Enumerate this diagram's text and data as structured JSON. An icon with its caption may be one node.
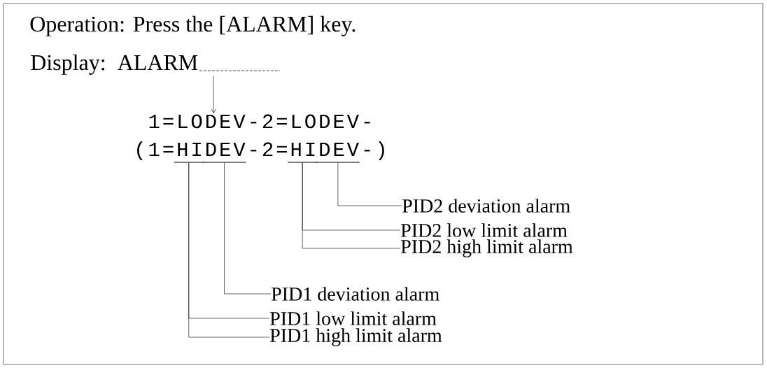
{
  "diagram": {
    "nodes": [
      {
        "text": [
          "Display: ALARM"
        ]
      },
      {
        "text": [
          "1=LODEV-2=LODEV-"
        ]
      },
      {
        "text": [
          "(1=HIDEV-2=HIDEV-)"
        ]
      },
      {
        "text": [],
        "shape": "bar"
      },
      {
        "text": [],
        "shape": "bar"
      },
      {
        "text": [],
        "shape": "bar"
      },
      {
        "text": [],
        "shape": "bar"
      },
      {
        "text": [
          "PID2 deviation alarm"
        ]
      },
      {
        "text": [
          "PID2 low limit alarm"
        ]
      },
      {
        "text": [
          "PID2 high limit alarm"
        ]
      },
      {
        "text": [
          "PID1 deviation alarm"
        ]
      },
      {
        "text": [
          "PID1 low limit alarm"
        ]
      },
      {
        "text": [
          "PID1 high limit alarm"
        ]
      }
    ],
    "edges": [
      {
        "from": 0,
        "to": 1,
        "arrow": "to"
      },
      {
        "from": 7,
        "to": 6,
        "arrow": "none"
      },
      {
        "from": 8,
        "to": 5,
        "arrow": "none"
      },
      {
        "from": 9,
        "to": 5,
        "arrow": "none"
      },
      {
        "from": 10,
        "to": 4,
        "arrow": "none"
      },
      {
        "from": 11,
        "to": 3,
        "arrow": "none"
      },
      {
        "from": 12,
        "to": 3,
        "arrow": "none"
      }
    ],
    "labels": [
      "Operation: Press the [ALARM] key."
    ]
  }
}
